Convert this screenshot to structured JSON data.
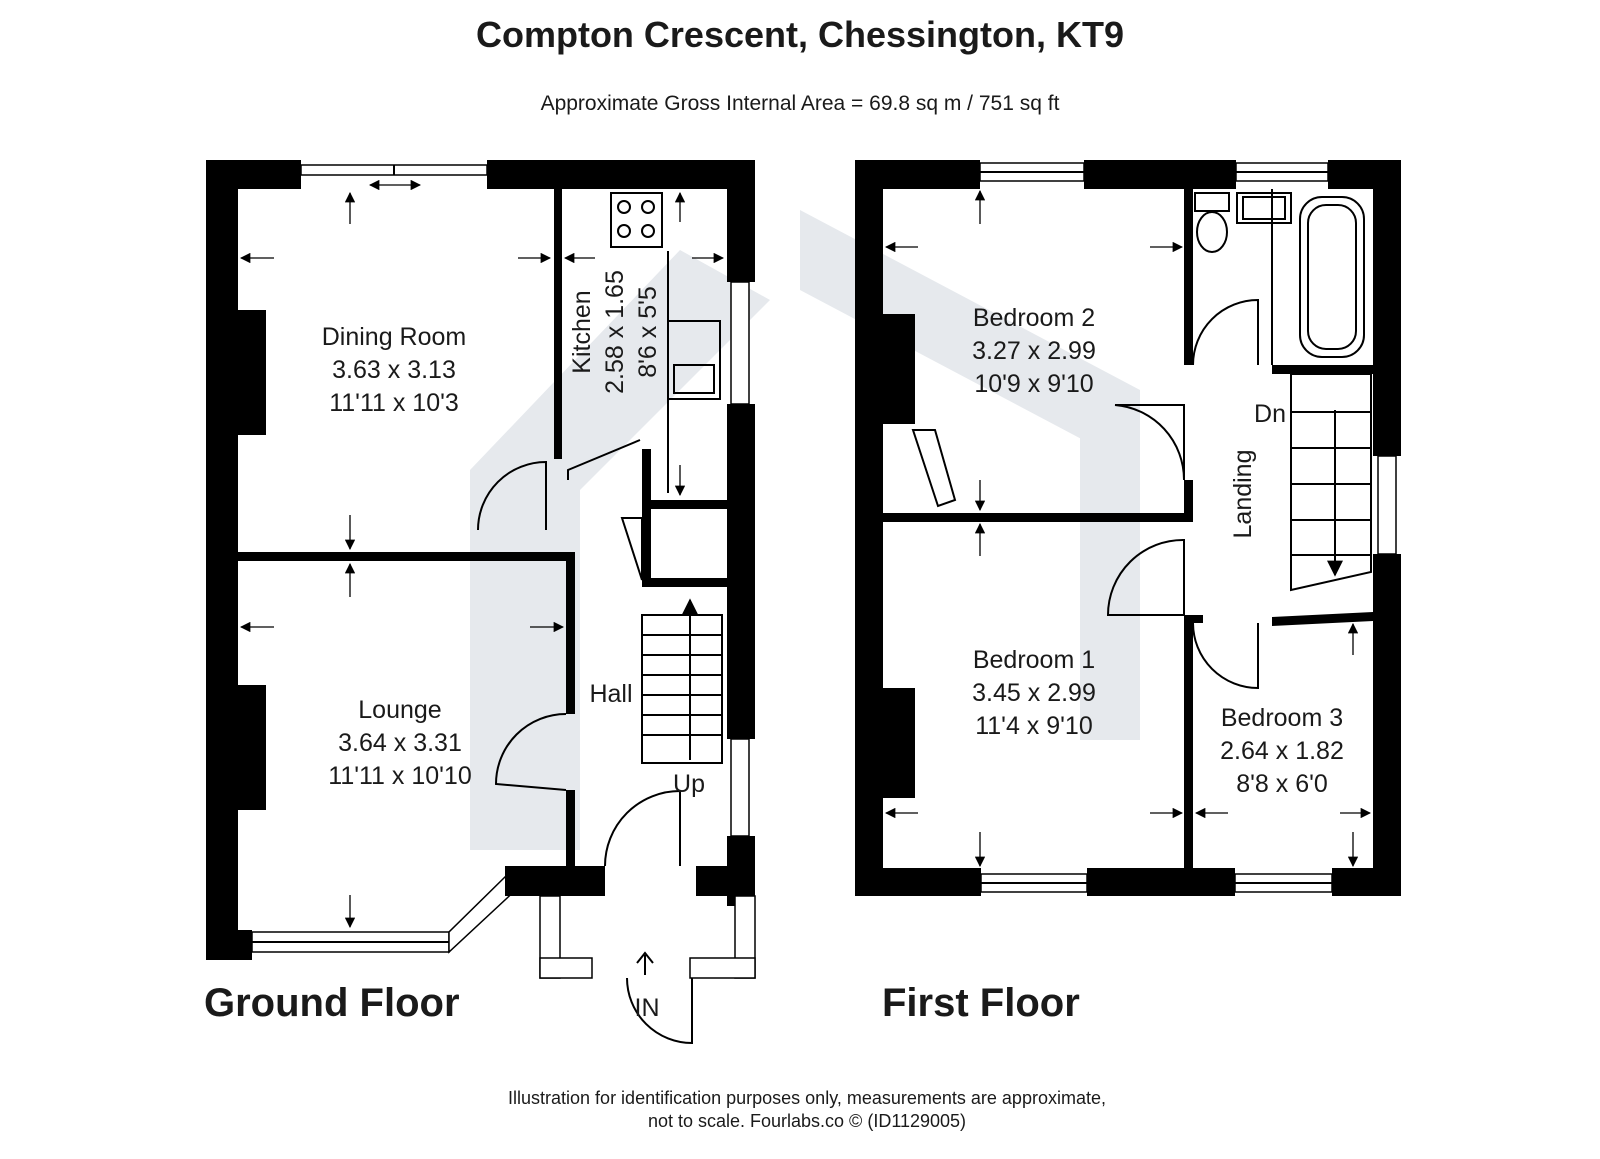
{
  "title": "Compton Crescent, Chessington, KT9",
  "subtitle": "Approximate Gross Internal Area = 69.8 sq m / 751 sq ft",
  "ground_floor": {
    "label": "Ground Floor",
    "dining": {
      "name": "Dining Room",
      "metric": "3.63 x 3.13",
      "imperial": "11'11 x 10'3"
    },
    "kitchen": {
      "name": "Kitchen",
      "metric": "2.58 x 1.65",
      "imperial": "8'6 x 5'5"
    },
    "lounge": {
      "name": "Lounge",
      "metric": "3.64 x 3.31",
      "imperial": "11'11 x 10'10"
    },
    "hall": "Hall",
    "up": "Up",
    "entrance": "IN"
  },
  "first_floor": {
    "label": "First Floor",
    "bedroom2": {
      "name": "Bedroom 2",
      "metric": "3.27 x 2.99",
      "imperial": "10'9 x 9'10"
    },
    "bedroom1": {
      "name": "Bedroom 1",
      "metric": "3.45 x 2.99",
      "imperial": "11'4 x 9'10"
    },
    "bedroom3": {
      "name": "Bedroom 3",
      "metric": "2.64 x 1.82",
      "imperial": "8'8 x 6'0"
    },
    "landing": "Landing",
    "down": "Dn"
  },
  "footer": {
    "line1": "Illustration for identification purposes only, measurements are approximate,",
    "line2": "not to scale. Fourlabs.co © (ID1129005)"
  }
}
